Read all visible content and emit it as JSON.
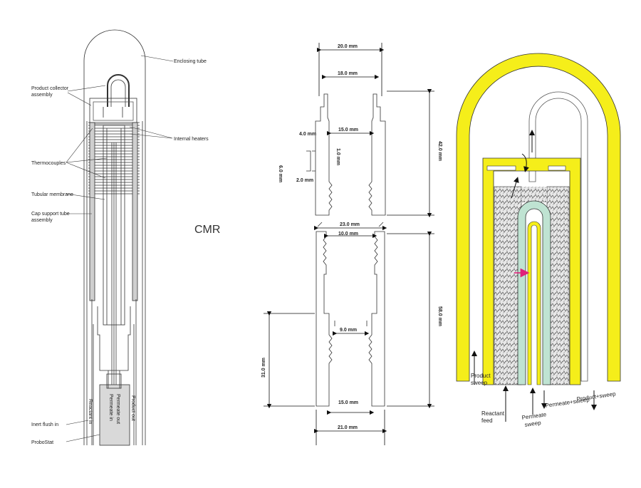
{
  "left_labels": {
    "enclosing_tube": "Enclosing tube",
    "product_collector_1": "Product collector",
    "product_collector_2": "assembly",
    "internal_heaters": "Internal heaters",
    "thermocouples": "Thermocouples",
    "tubular_membrane": "Tubular membrane",
    "cap_support_1": "Cap support tube",
    "cap_support_2": "assembly",
    "reactant_in": "Reactant in",
    "permeate_in": "Permeate in",
    "permeate_out": "Permeate out",
    "product_out": "Product out",
    "inert_flush": "Inert flush in",
    "probostat": "ProboStat"
  },
  "center_title": "CMR",
  "dimensions": {
    "d20": "20.0 mm",
    "d18": "18.0 mm",
    "d15_top": "15.0 mm",
    "d4": "4.0 mm",
    "d6": "6.0 mm",
    "d1": "1.0 mm",
    "d2": "2.0 mm",
    "d42": "42.0 mm",
    "d23": "23.0 mm",
    "d10": "10.0 mm",
    "d9": "9.0 mm",
    "d58": "58.0 mm",
    "d31": "31.0 mm",
    "d15_bottom": "15.0 mm",
    "d21": "21.0 mm"
  },
  "flow_labels": {
    "product_sweep_1": "Product",
    "product_sweep_2": "sweep",
    "reactant_feed_1": "Reactant",
    "reactant_feed_2": "feed",
    "permeate_sweep_1": "Permeate",
    "permeate_sweep_2": "sweep",
    "permeate_plus_sweep": "Permeate+sweep",
    "product_plus_sweep": "Product+sweep"
  },
  "colors": {
    "tube_yellow": "#f5ee1a",
    "membrane_green": "#bfe3d2",
    "permeation_arrow": "#e0207a",
    "membrane_shade": "#d8d8d8"
  }
}
